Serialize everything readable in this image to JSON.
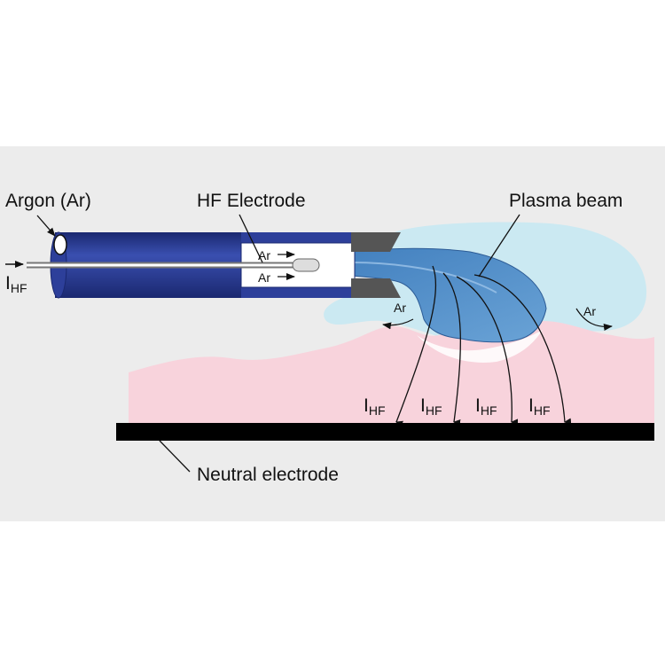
{
  "labels": {
    "argon": "Argon (Ar)",
    "hf_electrode": "HF Electrode",
    "plasma_beam": "Plasma beam",
    "neutral_electrode": "Neutral electrode",
    "ar": "Ar",
    "i": "I",
    "hf_sub": "HF"
  },
  "colors": {
    "panel": "#ececec",
    "tube": "#2d3f9a",
    "tube_dark": "#1a2870",
    "nozzle": "#555555",
    "tissue": "#f8d3dc",
    "plasma": "#4f8cc9",
    "halo": "#cbe9f2",
    "electrode": "#000000"
  }
}
